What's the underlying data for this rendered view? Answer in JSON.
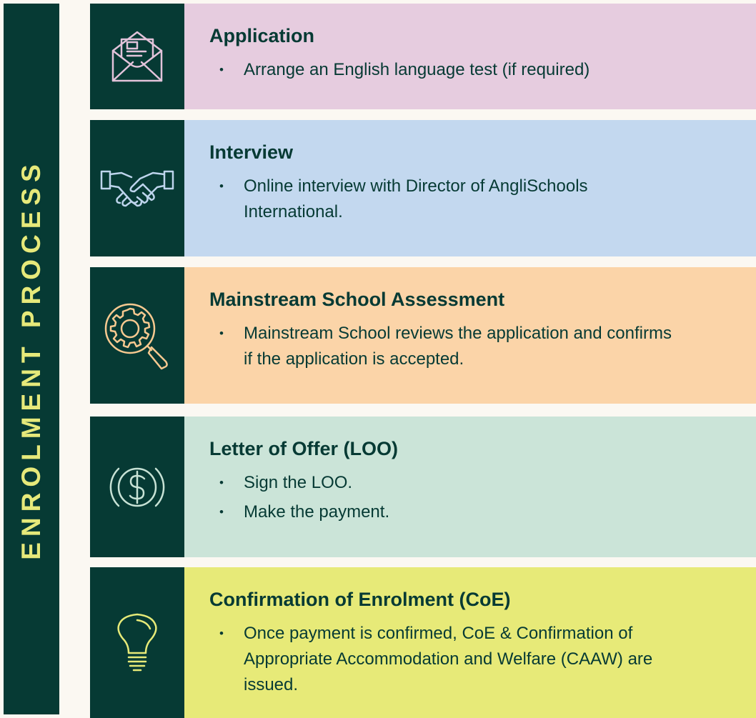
{
  "side_title": "ENROLMENT PROCESS",
  "colors": {
    "dark": "#063a34",
    "accent": "#e6e97a",
    "application": "#e6ccdf",
    "interview": "#c3d8ef",
    "assessment": "#fbd4a8",
    "offer": "#cbe4d8",
    "coe": "#e7ea78"
  },
  "steps": [
    {
      "icon": "envelope-letter-icon",
      "title": "Application",
      "bullets": [
        "Arrange an English language test (if required)"
      ]
    },
    {
      "icon": "handshake-icon",
      "title": "Interview",
      "bullets": [
        "Online interview with Director of AngliSchools International."
      ]
    },
    {
      "icon": "gear-magnifier-icon",
      "title": "Mainstream School Assessment",
      "bullets": [
        "Mainstream School reviews the application and confirms if the application is accepted."
      ]
    },
    {
      "icon": "dollar-coin-icon",
      "title": "Letter of Offer (LOO)",
      "bullets": [
        "Sign the LOO.",
        "Make the payment."
      ]
    },
    {
      "icon": "lightbulb-icon",
      "title": "Confirmation of Enrolment (CoE)",
      "bullets": [
        "Once payment is confirmed, CoE & Confirmation of Appropriate Accommodation and Welfare (CAAW) are issued."
      ]
    }
  ]
}
